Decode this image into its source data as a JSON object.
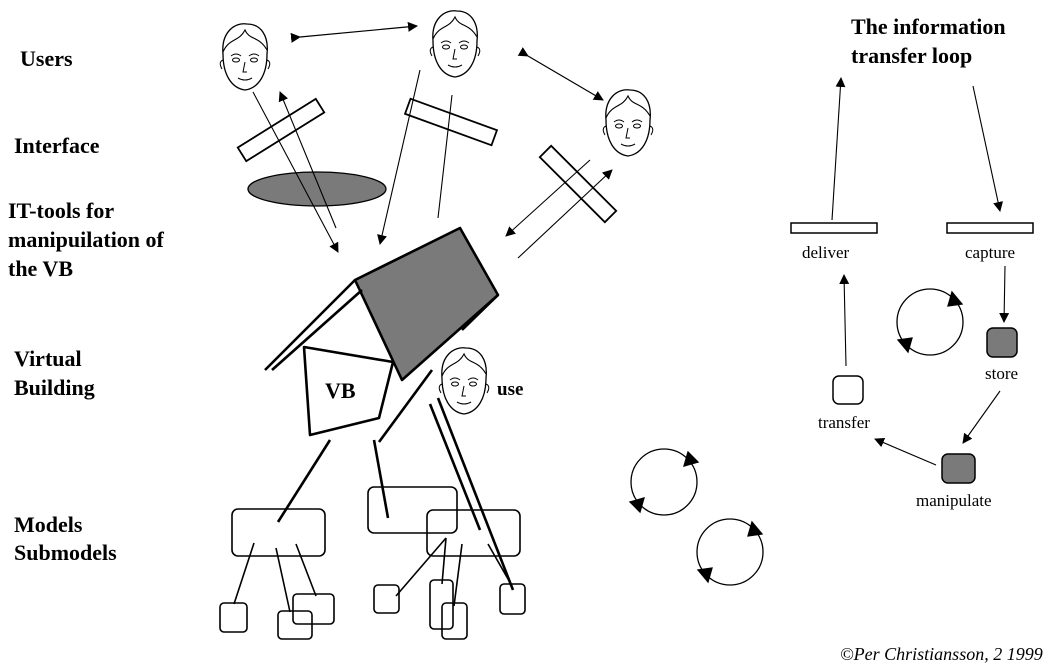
{
  "colors": {
    "ink": "#000000",
    "fill_gray": "#7a7a7a",
    "paper": "#ffffff"
  },
  "left_labels": {
    "users": "Users",
    "interface": "Interface",
    "it_tools_1": "IT-tools for",
    "it_tools_2": "manipuilation of",
    "it_tools_3": "the VB",
    "virtual_1": "Virtual",
    "virtual_2": "Building",
    "models_1": "Models",
    "models_2": "Submodels"
  },
  "vb_label": "VB",
  "use_label": "use",
  "loop": {
    "title_1": "The information",
    "title_2": "transfer loop",
    "deliver": "deliver",
    "capture": "capture",
    "store": "store",
    "transfer": "transfer",
    "manipulate": "manipulate"
  },
  "credit": "©Per Christiansson, 2 1999",
  "icons": [
    "face-icon",
    "cycle-arrow-icon"
  ]
}
